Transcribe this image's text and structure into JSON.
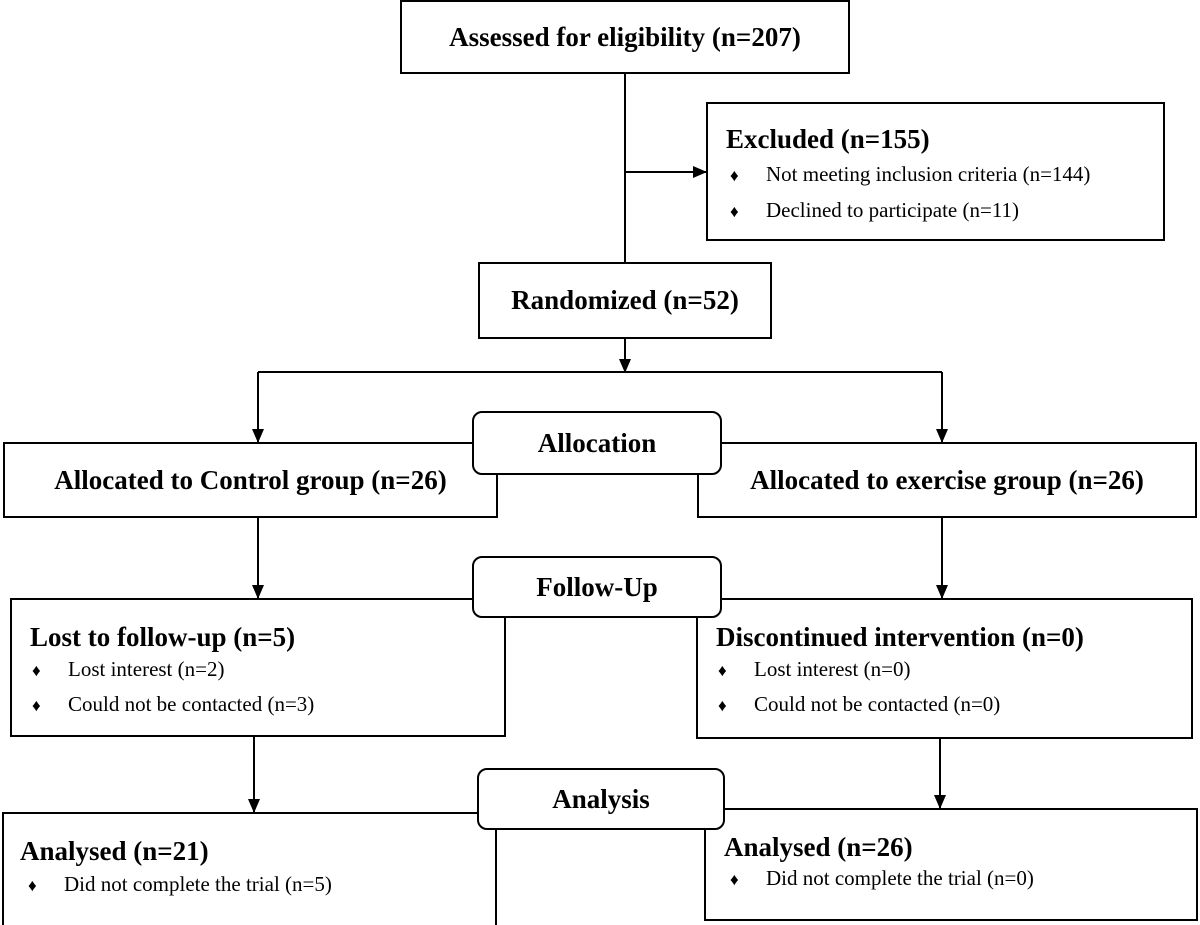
{
  "assessed": {
    "label": "Assessed for eligibility (n=207)"
  },
  "excluded": {
    "title": "Excluded (n=155)",
    "items": [
      "Not meeting inclusion criteria (n=144)",
      "Declined to participate (n=11)"
    ]
  },
  "randomized": {
    "label": "Randomized (n=52)"
  },
  "stages": {
    "allocation": "Allocation",
    "followup": "Follow-Up",
    "analysis": "Analysis"
  },
  "allocated": {
    "control": "Allocated to Control group (n=26)",
    "exercise": "Allocated to exercise group (n=26)"
  },
  "followup": {
    "control": {
      "title": "Lost to follow-up (n=5)",
      "items": [
        "Lost interest (n=2)",
        "Could not be contacted (n=3)"
      ]
    },
    "exercise": {
      "title": "Discontinued intervention (n=0)",
      "items": [
        "Lost interest (n=0)",
        "Could not be contacted (n=0)"
      ]
    }
  },
  "analysis": {
    "control": {
      "title": "Analysed (n=21)",
      "items": [
        "Did not complete the trial (n=5)"
      ]
    },
    "exercise": {
      "title": "Analysed (n=26)",
      "items": [
        "Did not complete the trial (n=0)"
      ]
    }
  },
  "bullet_glyph": "♦",
  "line_color": "#000000"
}
